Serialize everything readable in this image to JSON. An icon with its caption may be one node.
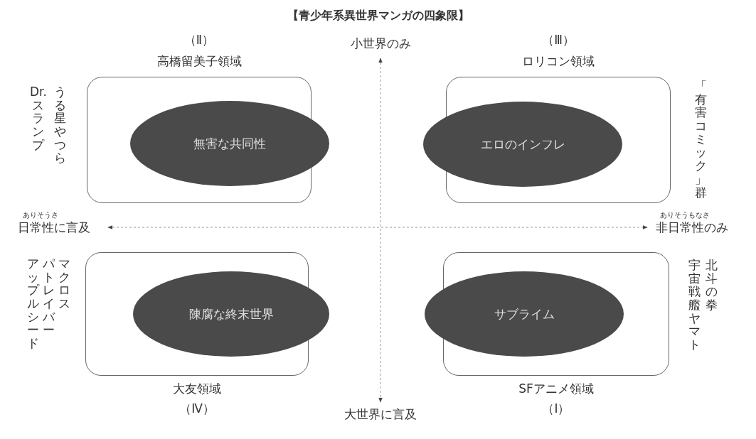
{
  "diagram": {
    "title": "【青少年系異世界マンガの四象限】",
    "nodes": [
      {
        "text": [
          "（Ⅱ）",
          "高橋留美子領域"
        ],
        "beside": [
          "うる星やつら",
          "Dr.スランプ"
        ]
      },
      {
        "text": [
          "無害な共同性"
        ]
      },
      {
        "text": [
          "（Ⅲ）",
          "ロリコン領域"
        ],
        "beside": [
          "「有害コミック」群"
        ]
      },
      {
        "text": [
          "エロのインフレ"
        ]
      },
      {
        "text": [
          "大友領域",
          "（Ⅳ）"
        ],
        "beside": [
          "マクロス",
          "パトレイバー",
          "アップルシード"
        ]
      },
      {
        "text": [
          "陳腐な終末世界"
        ]
      },
      {
        "text": [
          "SFアニメ領域",
          "（Ⅰ）"
        ],
        "beside": [
          "北斗の拳",
          "宇宙戦艦ヤマト"
        ]
      },
      {
        "text": [
          "サブライム"
        ]
      }
    ],
    "labels": [
      "小世界のみ",
      "ありそうさ",
      "日常性に言及",
      "ありそうもなさ",
      "非日常性のみ",
      "大世界に言及"
    ]
  }
}
